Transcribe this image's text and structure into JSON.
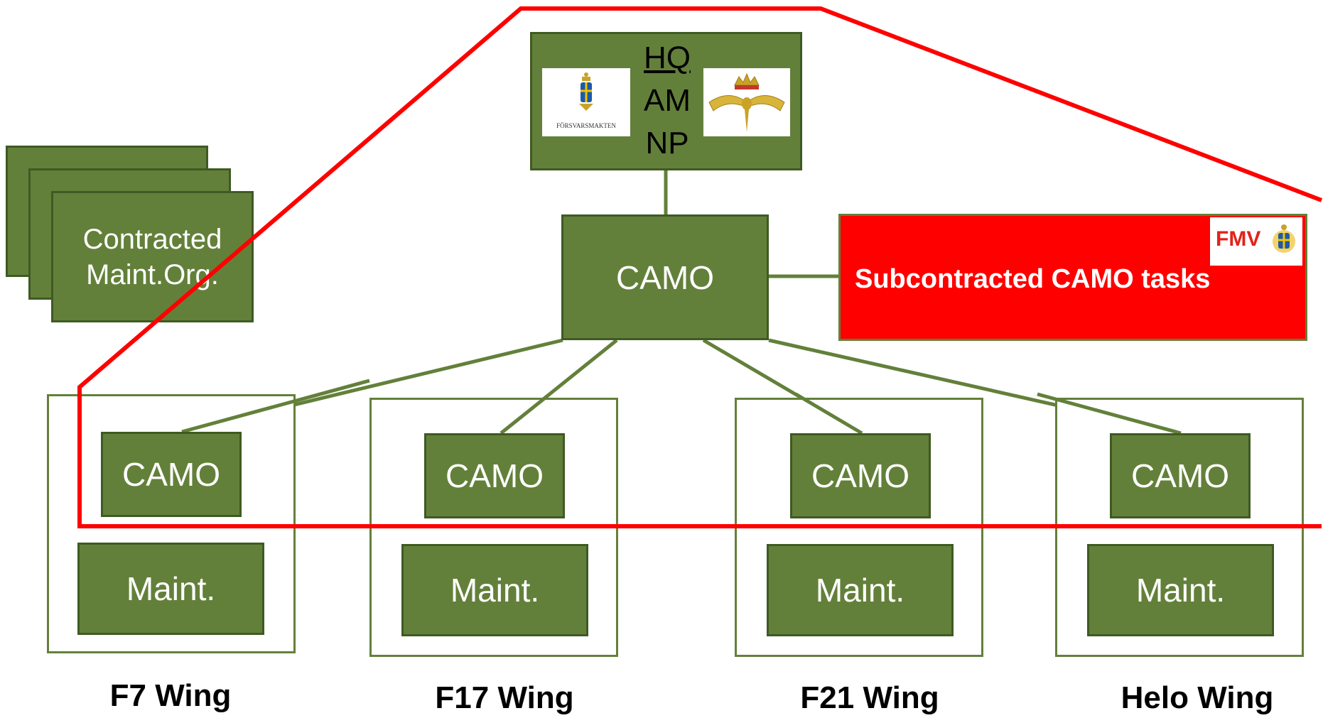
{
  "hq": {
    "line1": "HQ",
    "line2": "AM",
    "line3": "NP",
    "logo_left_text": "FÖRSVARSMAKTEN"
  },
  "camo_central": "CAMO",
  "subcontracted": {
    "label": "Subcontracted CAMO tasks",
    "logo_text": "FMV"
  },
  "contracted": {
    "line1": "Contracted",
    "line2": "Maint.Org."
  },
  "wings": [
    {
      "camo": "CAMO",
      "maint": "Maint.",
      "name": "F7 Wing"
    },
    {
      "camo": "CAMO",
      "maint": "Maint.",
      "name": "F17 Wing"
    },
    {
      "camo": "CAMO",
      "maint": "Maint.",
      "name": "F21 Wing"
    },
    {
      "camo": "CAMO",
      "maint": "Maint.",
      "name": "Helo Wing"
    }
  ],
  "colors": {
    "green": "#63803a",
    "dark_green": "#3f5a22",
    "red": "#ff0000"
  }
}
